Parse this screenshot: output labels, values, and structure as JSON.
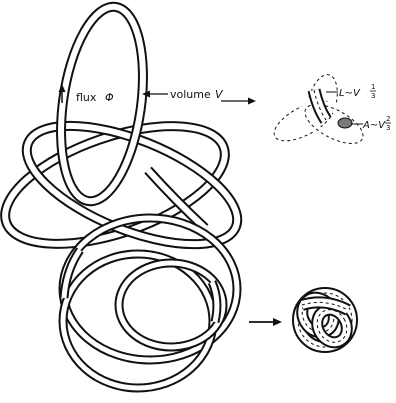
{
  "figure": {
    "labels": {
      "flux": "flux",
      "flux_symbol": "Φ",
      "volume": "volume",
      "volume_symbol": "V",
      "length": "L~V",
      "length_exp_num": "1",
      "length_exp_den": "3",
      "area": "A~V",
      "area_exp_num": "2",
      "area_exp_den": "3"
    },
    "colors": {
      "ink": "#111111",
      "background": "#ffffff",
      "cross_section_fill": "#7a7a7a"
    }
  }
}
